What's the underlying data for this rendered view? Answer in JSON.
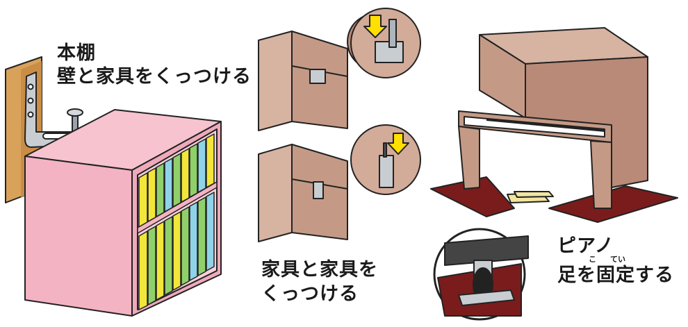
{
  "labels": {
    "shelf_title": "本棚",
    "shelf_caption": "壁と家具をくっつける",
    "furniture_line1": "家具と家具を",
    "furniture_line2": "くっつける",
    "piano_line1": "ピアノ",
    "piano_line2": "足を固定する",
    "furigana_ko": "こ",
    "furigana_tei": "てい"
  },
  "colors": {
    "wall_board": "#d9a25a",
    "bookcase_pink": "#f3b3c3",
    "book_yellow": "#f2e63a",
    "book_green": "#8fd06a",
    "book_blue": "#8fd3e8",
    "furniture_brown": "#c49a86",
    "piano_brown": "#b98a78",
    "mat_red": "#7a1c1c",
    "arrow_yellow": "#ffe000",
    "metal_gray": "#c8cdd2"
  }
}
